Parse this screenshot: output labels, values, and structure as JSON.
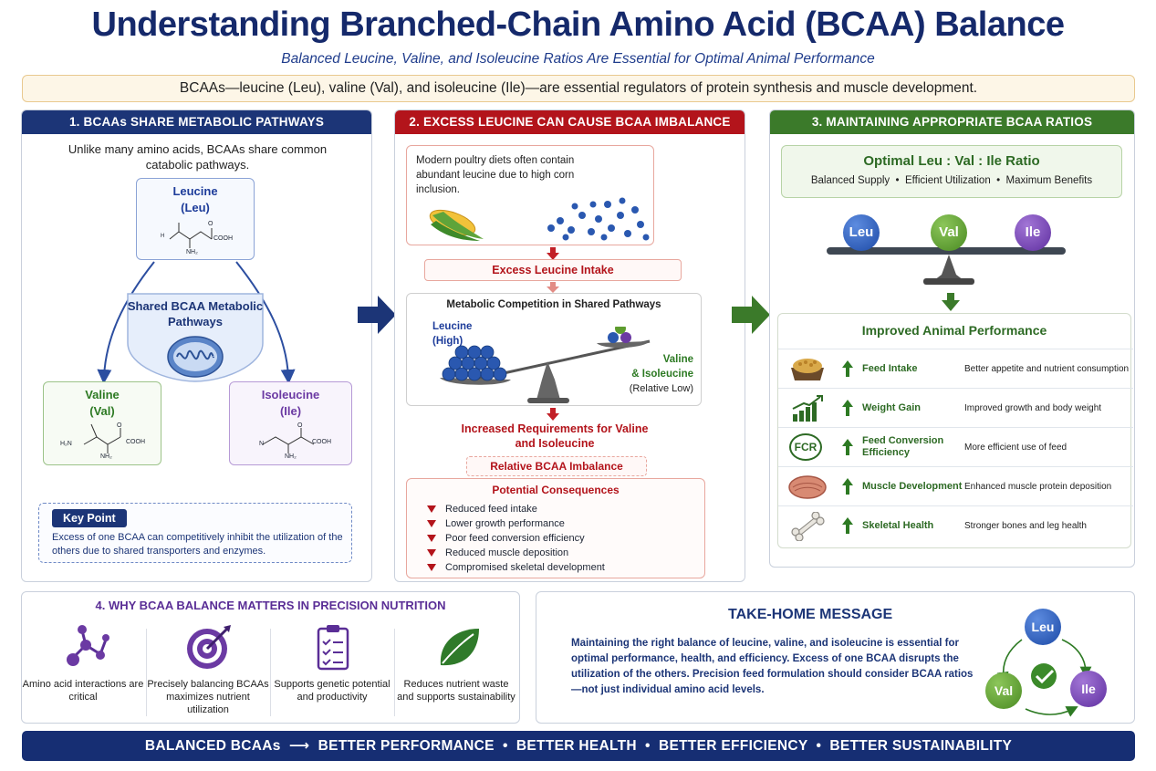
{
  "header": {
    "title": "Understanding Branched-Chain Amino Acid (BCAA) Balance",
    "subtitle": "Balanced Leucine, Valine, and Isoleucine Ratios Are Essential for Optimal Animal Performance",
    "intro": "BCAAs—leucine (Leu), valine (Val), and isoleucine (Ile)—are essential regulators of protein synthesis and muscle development."
  },
  "panel1": {
    "title": "1. BCAAs SHARE METABOLIC PATHWAYS",
    "intro": "Unlike many amino acids, BCAAs share common catabolic pathways.",
    "leucine": {
      "name": "Leucine",
      "abbr": "(Leu)"
    },
    "valine": {
      "name": "Valine",
      "abbr": "(Val)"
    },
    "isoleucine": {
      "name": "Isoleucine",
      "abbr": "(Ile)"
    },
    "shared": "Shared BCAA Metabolic Pathways",
    "chem": {
      "h": "H",
      "nh2": "NH₂",
      "cooh": "COOH",
      "o": "O",
      "h2n": "H₂N",
      "n": "N"
    },
    "key_point_label": "Key Point",
    "key_point_text": "Excess of one BCAA can competitively inhibit the utilization of the others due to shared transporters and enzymes."
  },
  "panel2": {
    "title": "2. EXCESS LEUCINE CAN CAUSE BCAA IMBALANCE",
    "diet_text": "Modern poultry diets often contain abundant leucine due to high corn inclusion.",
    "excess": "Excess Leucine Intake",
    "competition_title": "Metabolic Competition in Shared Pathways",
    "leucine_label": "Leucine",
    "leucine_level": "(High)",
    "vi_label_1": "Valine",
    "vi_label_2": "& Isoleucine",
    "vi_level": "(Relative Low)",
    "increased": "Increased Requirements for Valine and Isoleucine",
    "relative": "Relative BCAA Imbalance",
    "consequences_title": "Potential Consequences",
    "consequences": [
      "Reduced feed intake",
      "Lower growth performance",
      "Poor feed conversion efficiency",
      "Reduced muscle deposition",
      "Compromised skeletal development"
    ]
  },
  "panel3": {
    "title": "3. MAINTAINING APPROPRIATE BCAA RATIOS",
    "ratio_title": "Optimal Leu : Val : Ile Ratio",
    "ratio_sub": "Balanced Supply  •  Efficient Utilization  •  Maximum Benefits",
    "balls": [
      "Leu",
      "Val",
      "Ile"
    ],
    "improved_title": "Improved Animal Performance",
    "rows": [
      {
        "label": "Feed Intake",
        "desc": "Better appetite and nutrient consumption",
        "icon": "feed-bowl-icon"
      },
      {
        "label": "Weight Gain",
        "desc": "Improved growth and body weight",
        "icon": "growth-chart-icon"
      },
      {
        "label": "Feed Conversion Efficiency",
        "desc": "More efficient use of feed",
        "icon": "fcr-icon"
      },
      {
        "label": "Muscle Development",
        "desc": "Enhanced muscle protein deposition",
        "icon": "muscle-icon"
      },
      {
        "label": "Skeletal Health",
        "desc": "Stronger bones and leg health",
        "icon": "bone-icon"
      }
    ],
    "fcr_icon_text": "FCR"
  },
  "panel4": {
    "title": "4. WHY BCAA BALANCE MATTERS IN PRECISION NUTRITION",
    "items": [
      {
        "text": "Amino acid interactions are critical",
        "icon": "molecule-icon"
      },
      {
        "text": "Precisely balancing BCAAs maximizes nutrient utilization",
        "icon": "target-icon"
      },
      {
        "text": "Supports genetic potential and productivity",
        "icon": "clipboard-icon"
      },
      {
        "text": "Reduces nutrient waste and supports sustainability",
        "icon": "leaf-icon"
      }
    ]
  },
  "takehome": {
    "title": "TAKE-HOME MESSAGE",
    "text": "Maintaining the right balance of leucine, valine, and isoleucine is essential for optimal performance, health, and efficiency. Excess of one BCAA disrupts the utilization of the others. Precision feed formulation should consider BCAA ratios—not just individual amino acid levels.",
    "balls": [
      "Leu",
      "Val",
      "Ile"
    ]
  },
  "footer": {
    "text": "BALANCED BCAAs  ⟶  BETTER PERFORMANCE  •  BETTER HEALTH  •  BETTER EFFICIENCY  •  BETTER SUSTAINABILITY"
  },
  "colors": {
    "navy": "#15296b",
    "panel1": "#1c3577",
    "panel2": "#b3141b",
    "panel3": "#3b7a2a",
    "leu": "#2757b8",
    "val": "#5d9c2e",
    "ile": "#7a44b0"
  }
}
